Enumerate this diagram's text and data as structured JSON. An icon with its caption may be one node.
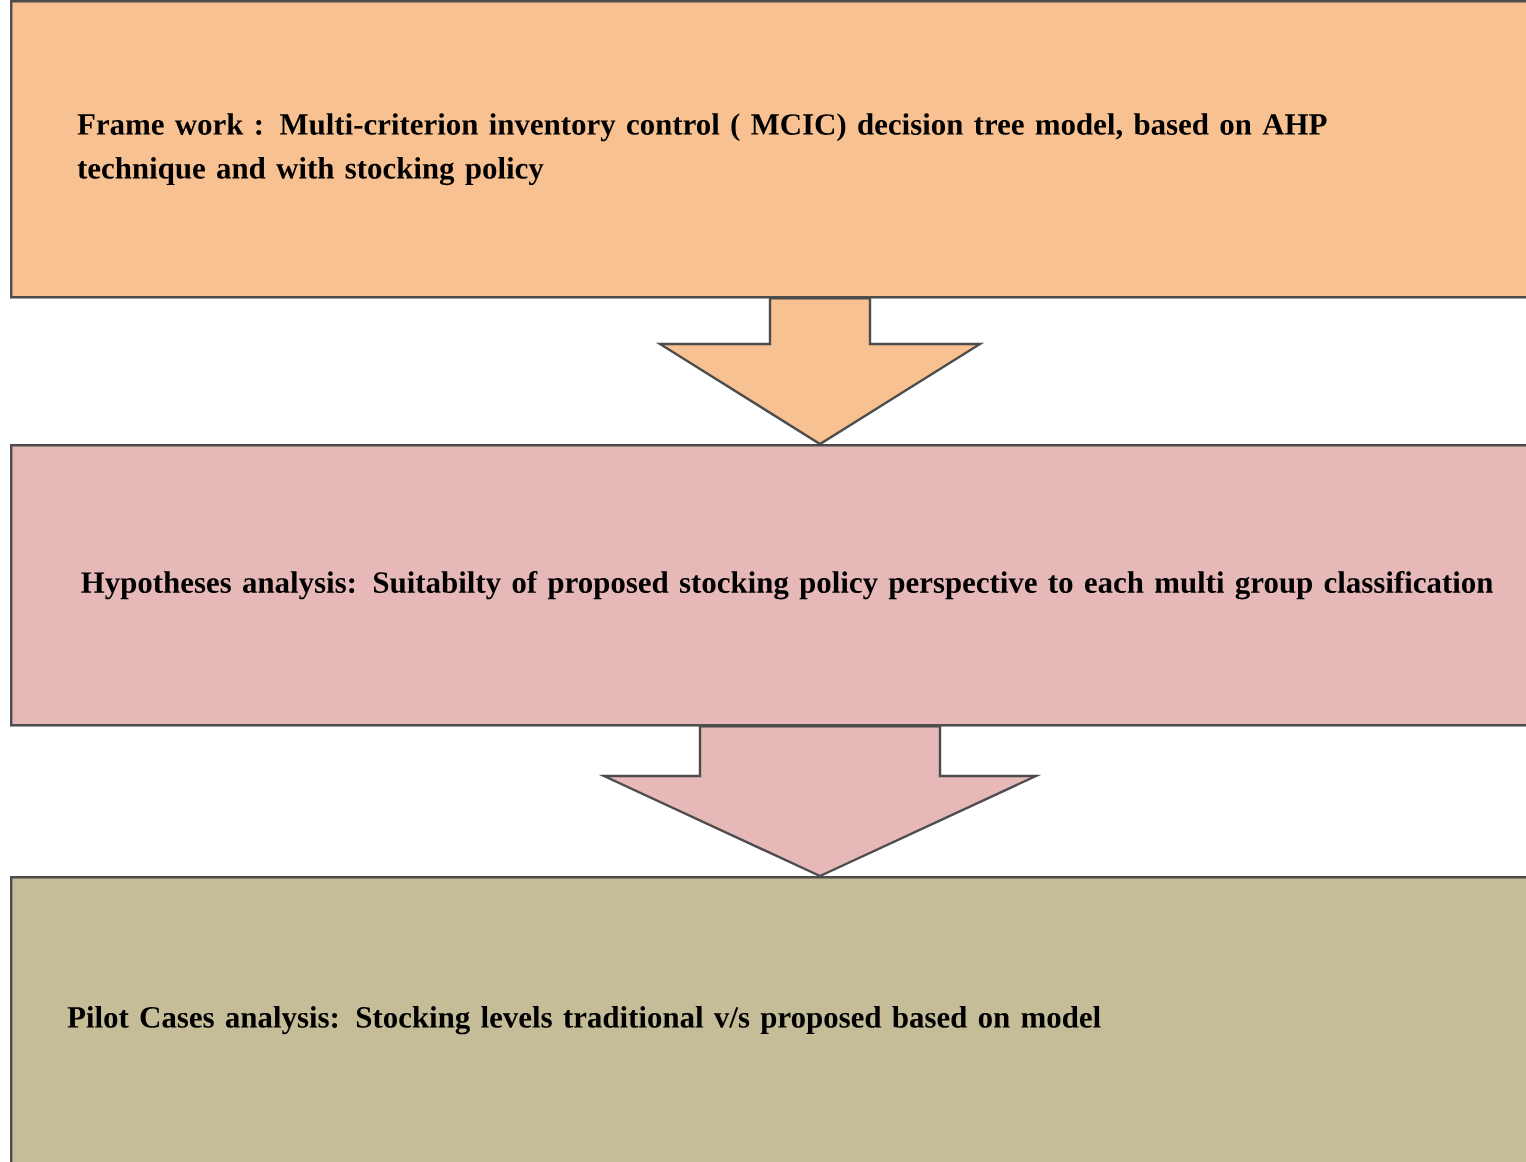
{
  "diagram": {
    "nodes": [
      {
        "text": [
          "Frame work : Multi-criterion inventory control ( MCIC) decision tree model, based on AHP technique and with stocking policy"
        ]
      },
      {
        "text": [
          "Hypotheses analysis: Suitabilty of proposed stocking policy perspective to each multi group classification"
        ]
      },
      {
        "text": [
          "Pilot Cases analysis: Stocking levels traditional v/s proposed based on model"
        ]
      }
    ],
    "edges": [
      {
        "from": 0,
        "to": 1,
        "arrow": "to",
        "color": "#f8c191"
      },
      {
        "from": 1,
        "to": 2,
        "arrow": "to",
        "color": "#e6b9b8"
      }
    ]
  }
}
